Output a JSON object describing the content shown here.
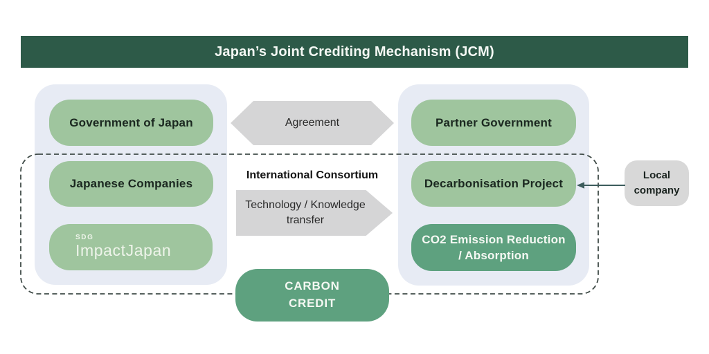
{
  "title": "Japan’s Joint Crediting Mechanism (JCM)",
  "colors": {
    "banner_green": "#2d5a48",
    "panel_blue": "#e7ebf4",
    "light_green": "#9fc59e",
    "medium_green": "#5ea17f",
    "gray_shape": "#d5d5d6",
    "gray_box": "#d8d8d8",
    "dashed_border": "#3f4b47",
    "arrow_line": "#3c5c5c",
    "text_dark": "#1b2820",
    "text_light": "#f5f8f3"
  },
  "left_panel": {
    "government_label": "Government of Japan",
    "companies_label": "Japanese Companies",
    "logo_top": "SDG",
    "logo_bottom": "ImpactJapan"
  },
  "right_panel": {
    "government_label": "Partner Government",
    "project_label": "Decarbonisation Project",
    "co2_line1": "CO2 Emission Reduction",
    "co2_line2": "/ Absorption"
  },
  "center": {
    "agreement_label": "Agreement",
    "consortium_label": "International Consortium",
    "transfer_line1": "Technology / Knowledge",
    "transfer_line2": "transfer",
    "carbon_line1": "CARBON",
    "carbon_line2": "CREDIT"
  },
  "local_company": {
    "line1": "Local",
    "line2": "company"
  }
}
